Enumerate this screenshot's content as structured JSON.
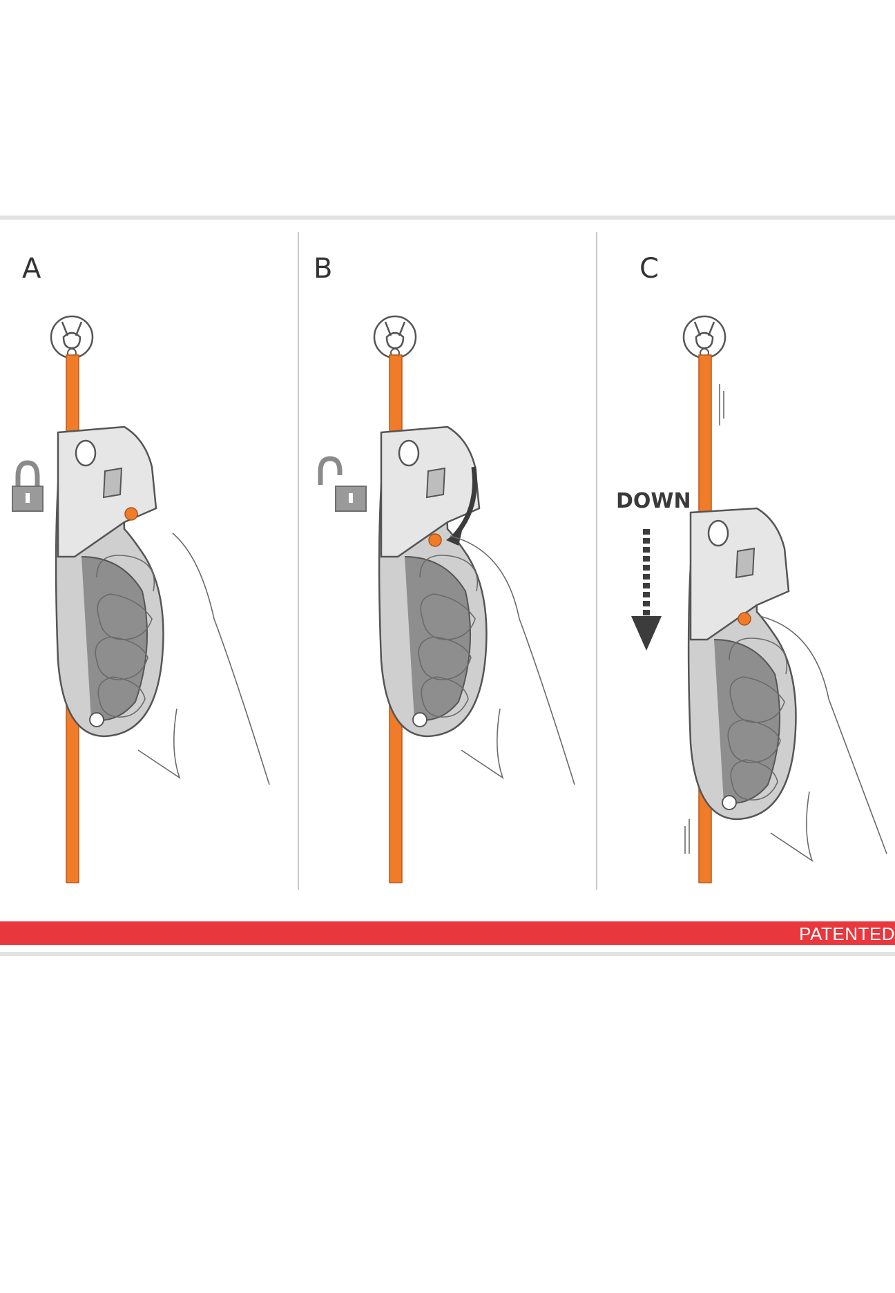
{
  "panels": [
    {
      "letter": "A",
      "state": "locked",
      "lock_icon": "padlock-closed-icon"
    },
    {
      "letter": "B",
      "state": "unlocked",
      "lock_icon": "padlock-open-icon"
    },
    {
      "letter": "C",
      "direction_label": "DOWN",
      "arrow_icon": "dashed-arrow-down-icon"
    }
  ],
  "footer": {
    "patent_label": "PATENTED"
  },
  "colors": {
    "rope": "#f07c2a",
    "accent_band": "#e8373d",
    "device": "#d7d7d7",
    "device_dark": "#8e8e8e",
    "lock": "#9a9a9a",
    "arrow": "#3c3c3c"
  }
}
